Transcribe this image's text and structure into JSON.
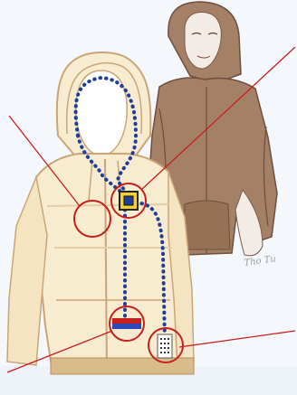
{
  "figure": {
    "signature_text": "Tho Tu",
    "colors": {
      "background": "#f4f7fc",
      "jacket_fill": "#f8ecd0",
      "jacket_line": "#c9a577",
      "jacket_shadow": "#e3cfa6",
      "model_hoodie": "#a38066",
      "model_hoodie_dark": "#6f4f3c",
      "wire_blue": "#1f3d9c",
      "callout_red": "#c81e1e",
      "module_yellow": "#f2d22f"
    },
    "callouts": [
      {
        "name": "chest-sensor-callout"
      },
      {
        "name": "control-module-callout"
      },
      {
        "name": "battery-pack-callout"
      },
      {
        "name": "connector-port-callout"
      }
    ]
  }
}
